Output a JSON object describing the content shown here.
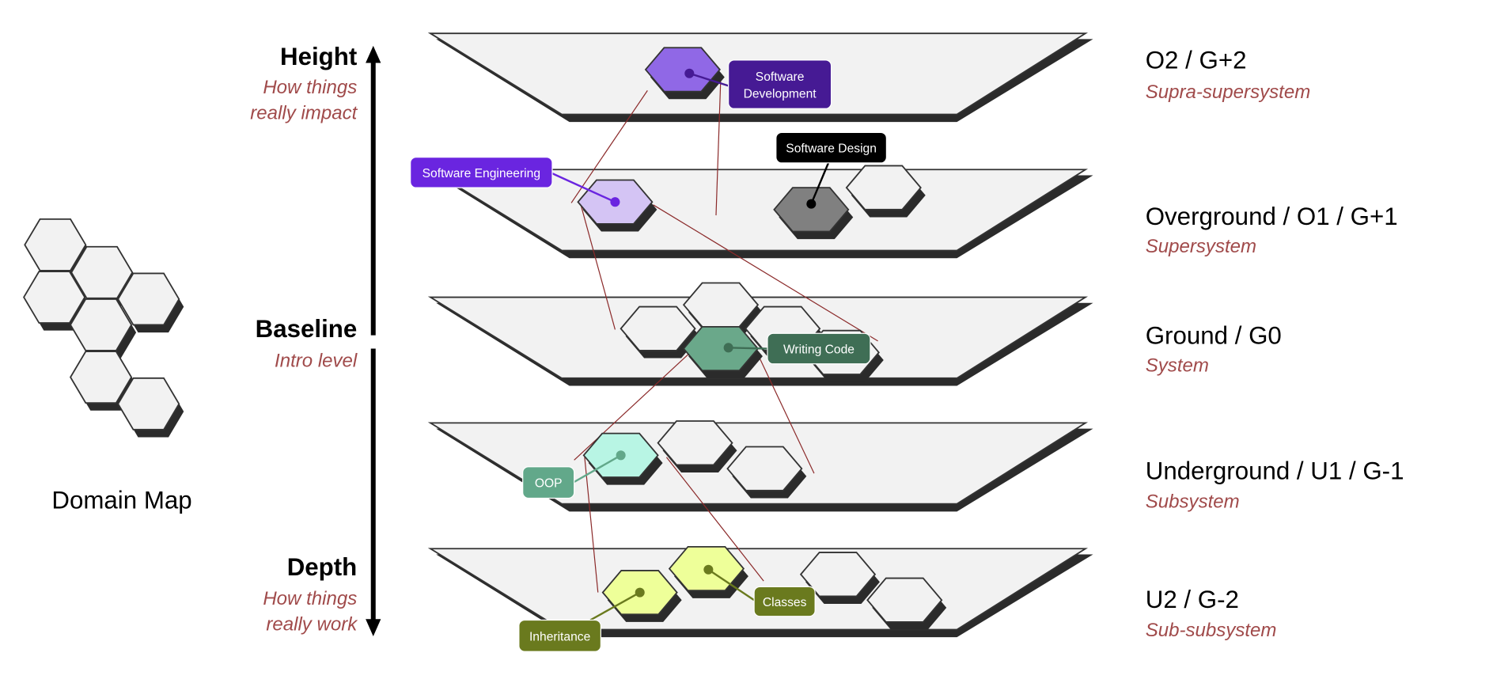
{
  "legend": {
    "title": "Domain Map"
  },
  "axis": {
    "height": {
      "title": "Height",
      "sub1": "How things",
      "sub2": "really impact"
    },
    "baseline": {
      "title": "Baseline",
      "sub": "Intro level"
    },
    "depth": {
      "title": "Depth",
      "sub1": "How things",
      "sub2": "really work"
    }
  },
  "levels": [
    {
      "title": "O2 / G+2",
      "sub": "Supra-supersystem"
    },
    {
      "title": "Overground / O1 / G+1",
      "sub": "Supersystem"
    },
    {
      "title": "Ground / G0",
      "sub": "System"
    },
    {
      "title": "Underground / U1 / G-1",
      "sub": "Subsystem"
    },
    {
      "title": "U2 / G-2",
      "sub": "Sub-subsystem"
    }
  ],
  "labels": [
    {
      "text": "Software Development",
      "color": "#461a94"
    },
    {
      "text": "Software Design",
      "color": "#000000"
    },
    {
      "text": "Software Engineering",
      "color": "#6a25e0"
    },
    {
      "text": "Writing Code",
      "color": "#3f6e55"
    },
    {
      "text": "OOP",
      "color": "#62a88a"
    },
    {
      "text": "Classes",
      "color": "#6a7a1e"
    },
    {
      "text": "Inheritance",
      "color": "#6a7a1e"
    }
  ],
  "colors": {
    "plane": "#f2f2f2",
    "shadow": "#2b2b2b",
    "link": "#8b2a2a",
    "hex_default": "#f2f2f2",
    "dev": "#9068e6",
    "eng": "#d4c4f4",
    "design": "#808080",
    "code": "#6aa88a",
    "oop": "#b8f5e4",
    "yellow": "#eeff99"
  }
}
